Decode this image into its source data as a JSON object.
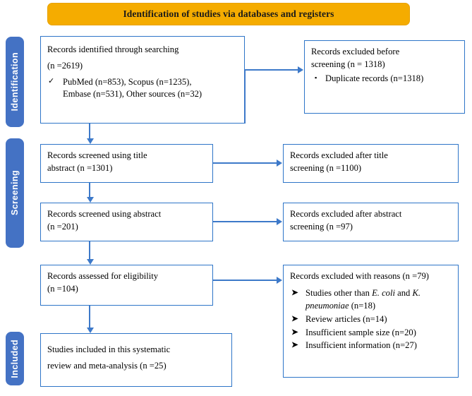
{
  "banner": {
    "title": "Identification of studies via databases and registers",
    "bg_color": "#f5ac00"
  },
  "stages": [
    {
      "label": "Identification",
      "color": "#4472c4"
    },
    {
      "label": "Screening",
      "color": "#4472c4"
    },
    {
      "label": "Included",
      "color": "#4472c4"
    }
  ],
  "flow": {
    "identified": {
      "line1": "Records identified through searching",
      "line2": "(n =2619)",
      "sources": [
        {
          "mark": "✓",
          "text": "PubMed (n=853), Scopus (n=1235),"
        },
        {
          "mark": "",
          "text": "Embase (n=531), Other sources (n=32)"
        }
      ]
    },
    "excluded_before": {
      "line1": "Records excluded before",
      "line2": "screening (n = 1318)",
      "items": [
        {
          "mark": "▪",
          "text": "Duplicate records (n=1318)"
        }
      ]
    },
    "screened_title": {
      "line1": "Records screened using title",
      "line2": "abstract (n =1301)"
    },
    "excluded_title": {
      "line1": "Records excluded after title",
      "line2": "screening  (n =1100)"
    },
    "screened_abstract": {
      "line1": "Records screened using abstract",
      "line2": "(n =201)"
    },
    "excluded_abstract": {
      "line1": "Records excluded after abstract",
      "line2": "screening (n =97)"
    },
    "assessed": {
      "line1": "Records assessed for eligibility",
      "line2": "(n =104)"
    },
    "excluded_reasons": {
      "heading": "Records excluded with reasons (n =79)",
      "items": [
        {
          "mark": "➤",
          "pre": "Studies other than ",
          "it1": "E. coli",
          "mid": " and ",
          "it2": "K. pneumoniae",
          "post": " (n=18)"
        },
        {
          "mark": "➤",
          "text": "Review articles (n=14)"
        },
        {
          "mark": "➤",
          "text": "Insufficient sample size (n=20)"
        },
        {
          "mark": "➤",
          "text": "Insufficient information (n=27)"
        }
      ]
    },
    "included": {
      "line1": "Studies included in this systematic",
      "line2": "review and meta-analysis (n =25)"
    }
  },
  "colors": {
    "border": "#2e75c8",
    "connector": "#3d79c9",
    "stage": "#4472c4",
    "banner": "#f5ac00"
  }
}
